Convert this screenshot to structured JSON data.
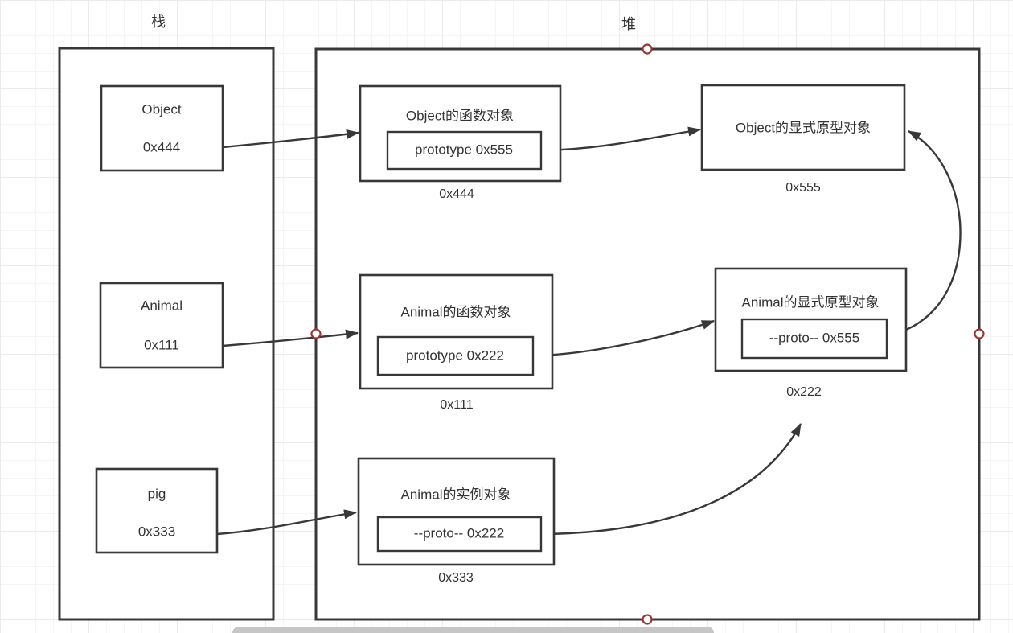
{
  "diagram": {
    "stack": {
      "label": "栈",
      "items": [
        {
          "name": "Object",
          "addr": "0x444"
        },
        {
          "name": "Animal",
          "addr": "0x111"
        },
        {
          "name": "pig",
          "addr": "0x333"
        }
      ]
    },
    "heap": {
      "label": "堆",
      "objects": [
        {
          "title": "Object的函数对象",
          "slot": "prototype 0x555",
          "addr": "0x444"
        },
        {
          "title": "Object的显式原型对象",
          "addr": "0x555"
        },
        {
          "title": "Animal的函数对象",
          "slot": "prototype 0x222",
          "addr": "0x111"
        },
        {
          "title": "Animal的显式原型对象",
          "slot": "--proto-- 0x555",
          "addr": "0x222"
        },
        {
          "title": "Animal的实例对象",
          "slot": "--proto-- 0x222",
          "addr": "0x333"
        }
      ]
    },
    "colors": {
      "stroke": "#383838",
      "text": "#333333",
      "handle": "#9c3636",
      "scrollbar": "#c6c6c6"
    }
  }
}
